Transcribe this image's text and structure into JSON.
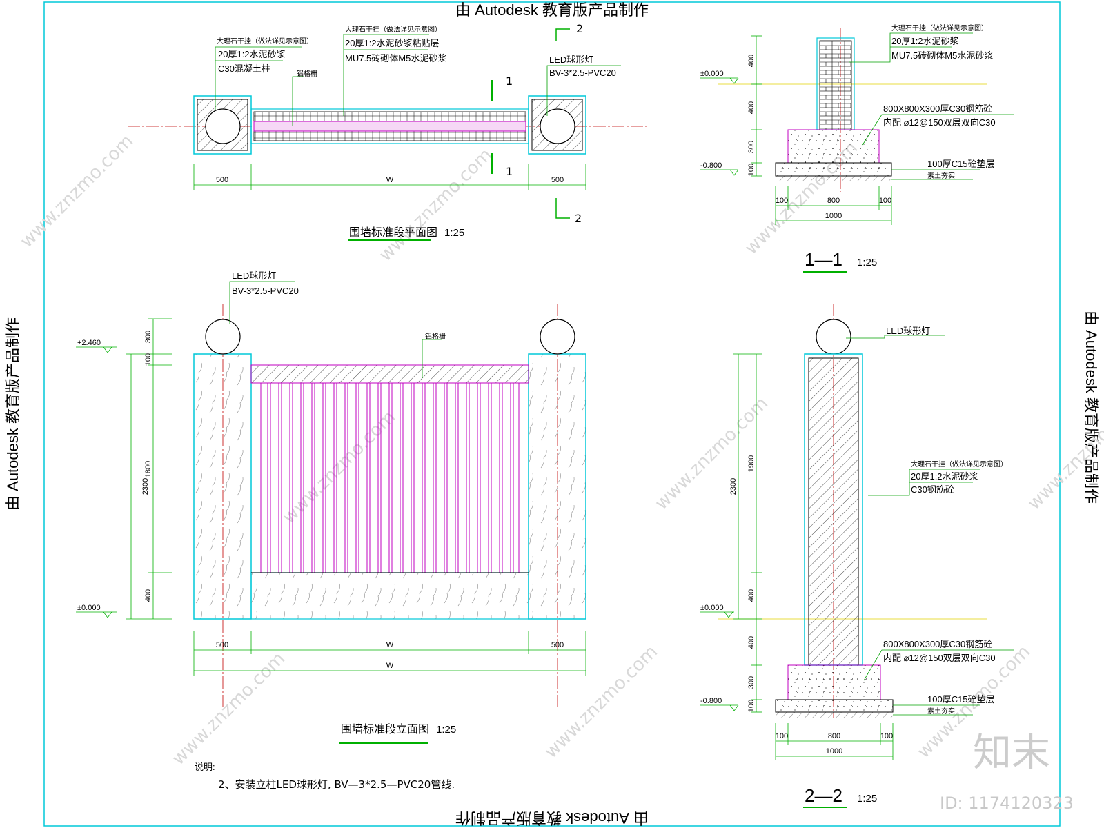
{
  "watermarks": {
    "edu_top": "由 Autodesk 教育版产品制作",
    "edu_bottom": "由 Autodesk 教育版产品制作",
    "edu_left": "由 Autodesk 教育版产品制作",
    "edu_right": "由 Autodesk 教育版产品制作",
    "site": "www.znzmo.com",
    "site_logo": "知末",
    "id_label": "ID: 1174120323"
  },
  "plan": {
    "title": "围墙标准段平面图",
    "scale": "1:25",
    "pillar_label_1": "大理石干挂（做法详见示意图）",
    "pillar_label_2": "20厚1:2水泥砂浆",
    "pillar_label_3": "C30混凝土柱",
    "wall_label_1": "大理石干挂（做法详见示意图）",
    "wall_label_2": "20厚1:2水泥砂浆粘贴层",
    "wall_label_3": "MU7.5砖砌体M5水泥砂浆",
    "fence_label": "铝格栅",
    "led_label_1": "LED球形灯",
    "led_label_2": "BV-3*2.5-PVC20",
    "dim_left": "500",
    "dim_mid": "W",
    "dim_right": "500",
    "cut_1_top": "1",
    "cut_1_bottom": "1",
    "cut_2_top": "2",
    "cut_2_bottom": "2"
  },
  "section1": {
    "title": "1—1",
    "scale": "1:25",
    "label_1": "大理石干挂（做法详见示意图）",
    "label_2": "20厚1:2水泥砂浆",
    "label_3": "MU7.5砖砌体M5水泥砂浆",
    "footing_1": "800X800X300厚C30钢筋砼",
    "footing_2": "内配 ⌀12@150双层双向C30",
    "base_1": "100厚C15砼垫层",
    "base_2": "素土夯实",
    "level_0": "±0.000",
    "level_neg": "-0.800",
    "dim_v_1": "400",
    "dim_v_2": "400",
    "dim_v_3": "300",
    "dim_v_4": "100",
    "dim_h_1": "100",
    "dim_h_2": "800",
    "dim_h_3": "100",
    "dim_h_total": "1000"
  },
  "elevation": {
    "title": "围墙标准段立面图",
    "scale": "1:25",
    "led_label_1": "LED球形灯",
    "led_label_2": "BV-3*2.5-PVC20",
    "fence_label": "铝格栅",
    "level_top": "+2.460",
    "level_0": "±0.000",
    "dim_v_total": "2300",
    "dim_v_1": "300",
    "dim_v_2": "100",
    "dim_v_3": "1800",
    "dim_v_4": "400",
    "dim_h_1": "500",
    "dim_h_2": "W",
    "dim_h_3": "500",
    "dim_h_total": "W"
  },
  "section2": {
    "title": "2—2",
    "scale": "1:25",
    "led_label": "LED球形灯",
    "label_1": "大理石干挂（做法详见示意图）",
    "label_2": "20厚1:2水泥砂浆",
    "label_3": "C30钢筋砼",
    "footing_1": "800X800X300厚C30钢筋砼",
    "footing_2": "内配 ⌀12@150双层双向C30",
    "base_1": "100厚C15砼垫层",
    "base_2": "素土夯实",
    "level_0": "±0.000",
    "level_neg": "-0.800",
    "dim_v_total": "2300",
    "dim_v_1": "1900",
    "dim_v_2": "400",
    "dim_v_3": "400",
    "dim_v_4": "300",
    "dim_v_5": "100",
    "dim_h_1": "100",
    "dim_h_2": "800",
    "dim_h_3": "100",
    "dim_h_total": "1000"
  },
  "notes": {
    "heading": "说明:",
    "item_2": "2、安装立柱LED球形灯, BV—3*2.5—PVC20管线."
  },
  "colors": {
    "frame": "#00c8d8",
    "dim": "#00b000",
    "axis": "#c00000",
    "fence": "#c000c0",
    "label_line": "#00a000",
    "ground": "#e0d000"
  }
}
